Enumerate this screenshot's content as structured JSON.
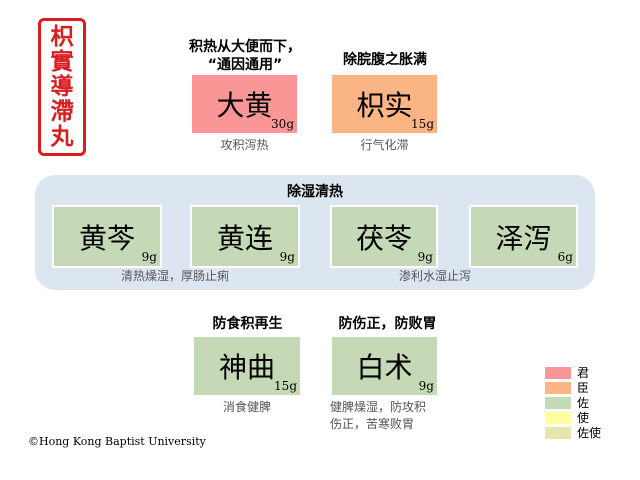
{
  "seal": {
    "chars": [
      "枳",
      "實",
      "導",
      "滯",
      "丸"
    ]
  },
  "colors": {
    "jun": "#fb9696",
    "chen": "#fbb484",
    "zuo": "#c5d9b6",
    "shi": "#fdfd9e",
    "zuoshi": "#e4e6ad",
    "panel": "#dce6f1"
  },
  "dahuang": {
    "title1": "积热从大便而下，",
    "title2": "“通因通用”",
    "name": "大黄",
    "dose": "30g",
    "note": "攻积泻热"
  },
  "zhishi": {
    "title": "除脘腹之胀满",
    "name": "枳实",
    "dose": "15g",
    "note": "行气化滞"
  },
  "group": {
    "title": "除湿清热",
    "note_left": "清热燥湿，厚肠止痢",
    "note_right": "渗利水湿止泻",
    "herbs": [
      {
        "name": "黄芩",
        "dose": "9g"
      },
      {
        "name": "黄连",
        "dose": "9g"
      },
      {
        "name": "茯苓",
        "dose": "9g"
      },
      {
        "name": "泽泻",
        "dose": "6g"
      }
    ]
  },
  "shenqu": {
    "title": "防食积再生",
    "name": "神曲",
    "dose": "15g",
    "note": "消食健脾"
  },
  "baizhu": {
    "title": "防伤正，防败胃",
    "name": "白术",
    "dose": "9g",
    "note1": "健脾燥湿，防攻积",
    "note2": "伤正，苦寒败胃"
  },
  "legend": [
    "君",
    "臣",
    "佐",
    "使",
    "佐使"
  ],
  "copyright": "©Hong Kong Baptist University"
}
